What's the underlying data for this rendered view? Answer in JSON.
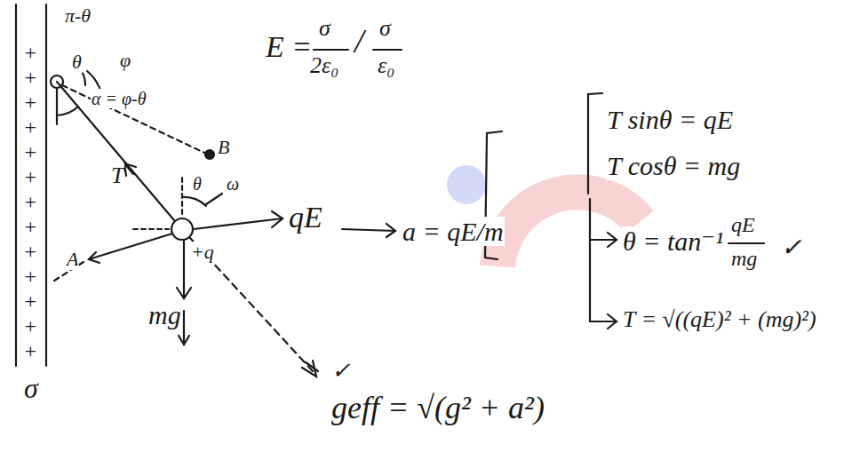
{
  "diagram": {
    "labels": [
      "+",
      "+",
      "+",
      "+",
      "+",
      "+",
      "+",
      "+",
      "+",
      "+",
      "+",
      "+",
      "+",
      "σ",
      "π-θ",
      "θ",
      "φ",
      "α = φ-θ",
      "B",
      "E =",
      "σ",
      "2ε₀",
      "/",
      "σ",
      "ε₀",
      "T",
      "θ",
      "ω",
      "qE",
      "+q",
      "A",
      "mg",
      "a = qE/m",
      "T sinθ = qE",
      "T cosθ = mg",
      "θ = tan⁻¹",
      "qE",
      "mg",
      "T = √((qE)² + (mg)²)",
      "geff = √(g² + a²)",
      "✓",
      "✓"
    ]
  }
}
